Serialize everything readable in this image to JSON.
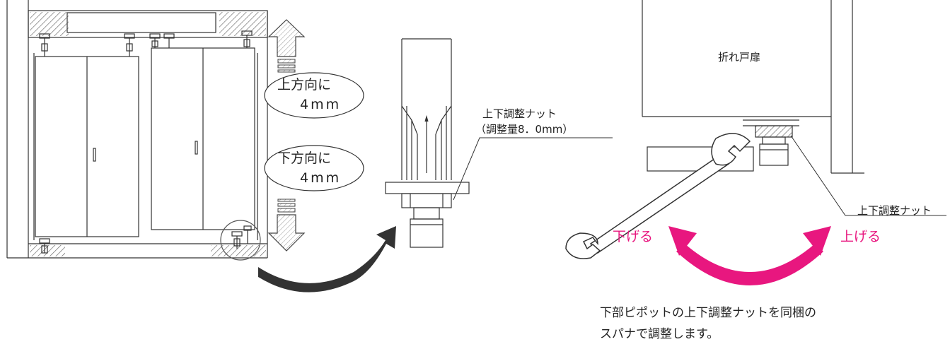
{
  "left_panel": {
    "up_bubble": {
      "line1": "上方向に",
      "line2": "4mm"
    },
    "down_bubble": {
      "line1": "下方向に",
      "line2": "4mm"
    }
  },
  "middle_panel": {
    "nut_label": "上下調整ナット",
    "nut_amount": "（調整量8．0mm）"
  },
  "right_panel": {
    "door_label": "折れ戸扉",
    "nut_label": "上下調整ナット",
    "lower_label": "下げる",
    "raise_label": "上げる",
    "accent_color": "#e8177f"
  },
  "instruction": {
    "line1": "下部ピポットの上下調整ナットを同梱の",
    "line2": "スパナで調整します。"
  }
}
